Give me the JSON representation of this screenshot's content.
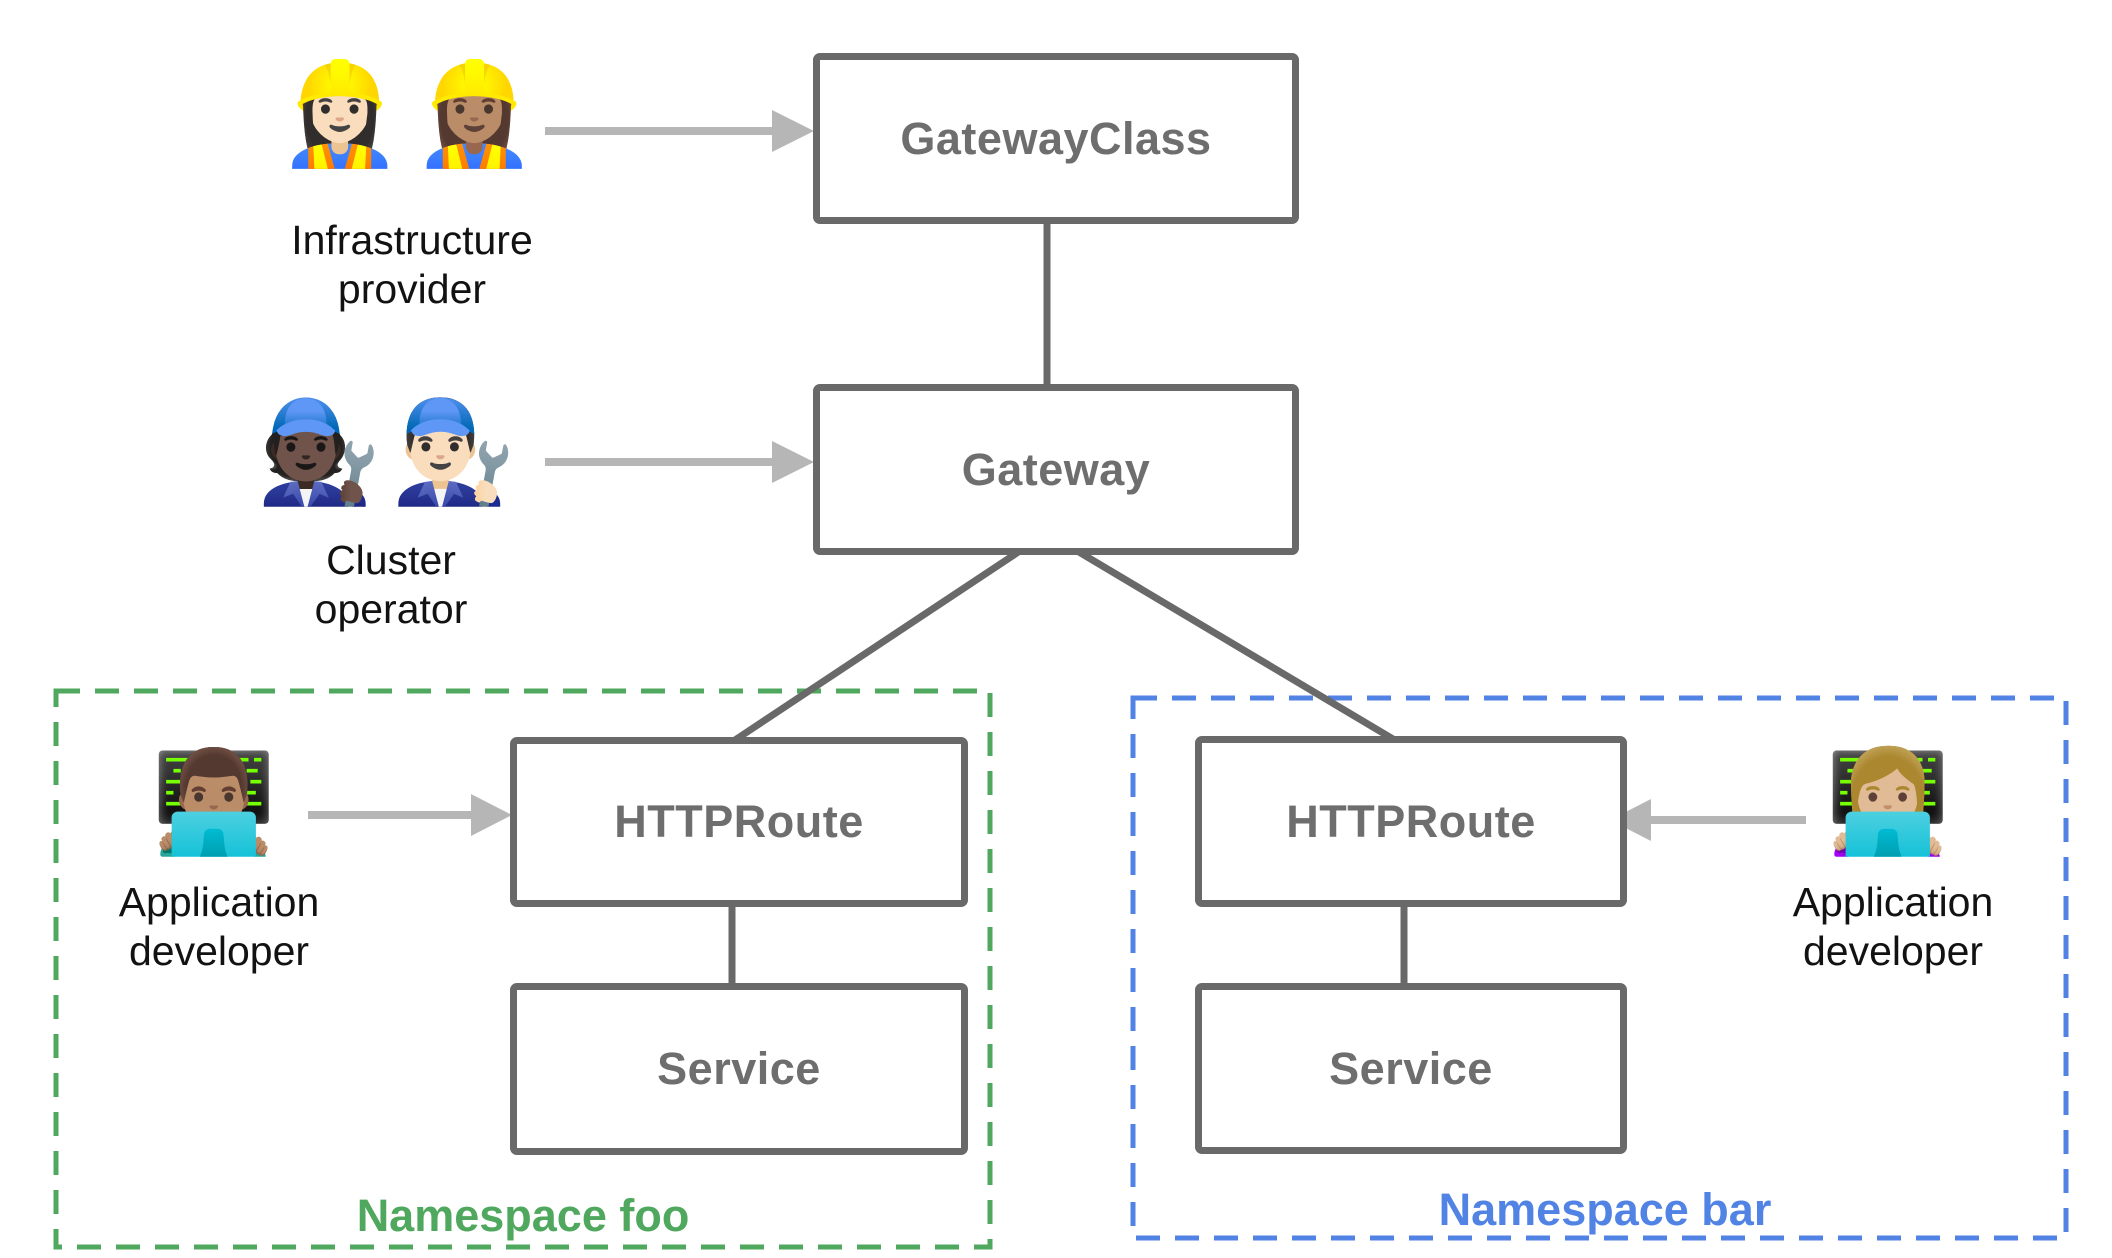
{
  "diagram": {
    "nodes": {
      "gateway_class": {
        "label": "GatewayClass"
      },
      "gateway": {
        "label": "Gateway"
      },
      "httproute_foo": {
        "label": "HTTPRoute"
      },
      "httproute_bar": {
        "label": "HTTPRoute"
      },
      "service_foo": {
        "label": "Service"
      },
      "service_bar": {
        "label": "Service"
      }
    },
    "personas": {
      "infrastructure_provider": {
        "emoji": "👷🏻‍♀️👷🏽‍♀️",
        "label_line1": "Infrastructure",
        "label_line2": "provider"
      },
      "cluster_operator": {
        "emoji": "🧑🏿‍🔧👨🏻‍🔧",
        "label_line1": "Cluster",
        "label_line2": "operator"
      },
      "app_developer_foo": {
        "emoji": "👨🏽‍💻",
        "label_line1": "Application",
        "label_line2": "developer"
      },
      "app_developer_bar": {
        "emoji": "👩🏼‍💻",
        "label_line1": "Application",
        "label_line2": "developer"
      }
    },
    "namespaces": {
      "foo": {
        "label": "Namespace foo",
        "color": "#4FA85D"
      },
      "bar": {
        "label": "Namespace bar",
        "color": "#5183E5"
      }
    },
    "colors": {
      "node_border": "#696969",
      "node_text": "#6E6E6E",
      "connector": "#696969",
      "arrow": "#B6B6B6",
      "persona_text": "#121212",
      "namespace_foo": "#4FA85D",
      "namespace_bar": "#5183E5"
    }
  }
}
